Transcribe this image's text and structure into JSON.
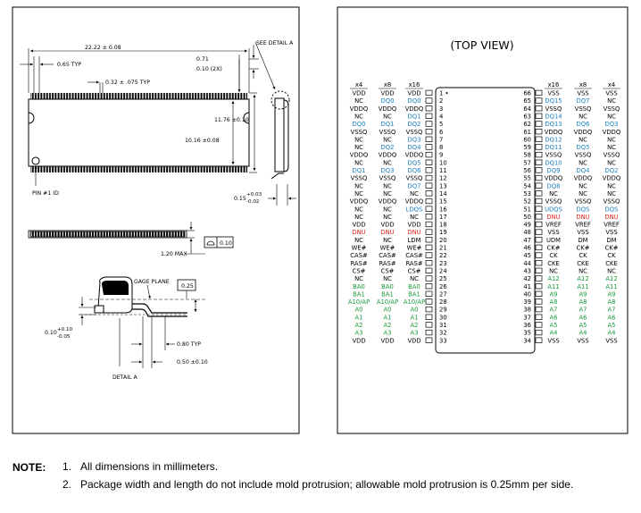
{
  "left_figure": {
    "see_detail": "SEE DETAIL A",
    "dim_width": "22.22 ± 0.08",
    "dim_pitch": "0.65 TYP",
    "dim_lead_width": "0.32 ± .075 TYP",
    "dim_071": "0.71",
    "dim_010_2x": "0.10 (2X)",
    "dim_body_height": "11.76 ±0.10",
    "dim_body_width": "10.16 ±0.08",
    "pin1_id": "PIN #1 ID",
    "dim_015": "0.15",
    "dim_015_tol": [
      "+0.03",
      "-0.02"
    ],
    "dim_max": "1.20 MAX",
    "flatness": "0.10",
    "gage_plane": "GAGE PLANE",
    "gage_box": "0.25",
    "dim_010b": "0.10",
    "dim_010b_tol": [
      "+0.10",
      "-0.05"
    ],
    "dim_080": "0.80 TYP",
    "dim_050": "0.50 ±0.10",
    "detail_a": "DETAIL A"
  },
  "top_view": {
    "title": "(TOP VIEW)",
    "left_headers": [
      "x4",
      "x8",
      "x16"
    ],
    "right_headers": [
      "x16",
      "x8",
      "x4"
    ],
    "colors": {
      "black": "#000000",
      "blue": "#1a7fc1",
      "red": "#e2231a",
      "green": "#1a9a3a"
    },
    "left_rows": [
      {
        "x4": "VDD",
        "x8": "VDD",
        "x16": "VDD",
        "n": "1 •",
        "c": "kkk"
      },
      {
        "x4": "NC",
        "x8": "DQ0",
        "x16": "DQ0",
        "n": "2",
        "c": "kbb"
      },
      {
        "x4": "VDDQ",
        "x8": "VDDQ",
        "x16": "VDDQ",
        "n": "3",
        "c": "kkk"
      },
      {
        "x4": "NC",
        "x8": "NC",
        "x16": "DQ1",
        "n": "4",
        "c": "kkb"
      },
      {
        "x4": "DQ0",
        "x8": "DQ1",
        "x16": "DQ2",
        "n": "5",
        "c": "bbb"
      },
      {
        "x4": "VSSQ",
        "x8": "VSSQ",
        "x16": "VSSQ",
        "n": "6",
        "c": "kkk"
      },
      {
        "x4": "NC",
        "x8": "NC",
        "x16": "DQ3",
        "n": "7",
        "c": "kkb"
      },
      {
        "x4": "NC",
        "x8": "DQ2",
        "x16": "DQ4",
        "n": "8",
        "c": "kbb"
      },
      {
        "x4": "VDDQ",
        "x8": "VDDQ",
        "x16": "VDDQ",
        "n": "9",
        "c": "kkk"
      },
      {
        "x4": "NC",
        "x8": "NC",
        "x16": "DQ5",
        "n": "10",
        "c": "kkb"
      },
      {
        "x4": "DQ1",
        "x8": "DQ3",
        "x16": "DQ6",
        "n": "11",
        "c": "bbb"
      },
      {
        "x4": "VSSQ",
        "x8": "VSSQ",
        "x16": "VSSQ",
        "n": "12",
        "c": "kkk"
      },
      {
        "x4": "NC",
        "x8": "NC",
        "x16": "DQ7",
        "n": "13",
        "c": "kkb"
      },
      {
        "x4": "NC",
        "x8": "NC",
        "x16": "NC",
        "n": "14",
        "c": "kkk"
      },
      {
        "x4": "VDDQ",
        "x8": "VDDQ",
        "x16": "VDDQ",
        "n": "15",
        "c": "kkk"
      },
      {
        "x4": "NC",
        "x8": "NC",
        "x16": "LDQS",
        "n": "16",
        "c": "kkb"
      },
      {
        "x4": "NC",
        "x8": "NC",
        "x16": "NC",
        "n": "17",
        "c": "kkk"
      },
      {
        "x4": "VDD",
        "x8": "VDD",
        "x16": "VDD",
        "n": "18",
        "c": "kkk"
      },
      {
        "x4": "DNU",
        "x8": "DNU",
        "x16": "DNU",
        "n": "19",
        "c": "rrr"
      },
      {
        "x4": "NC",
        "x8": "NC",
        "x16": "LDM",
        "n": "20",
        "c": "kkk"
      },
      {
        "x4": "WE#",
        "x8": "WE#",
        "x16": "WE#",
        "n": "21",
        "c": "kkk"
      },
      {
        "x4": "CAS#",
        "x8": "CAS#",
        "x16": "CAS#",
        "n": "22",
        "c": "kkk"
      },
      {
        "x4": "RAS#",
        "x8": "RAS#",
        "x16": "RAS#",
        "n": "23",
        "c": "kkk"
      },
      {
        "x4": "CS#",
        "x8": "CS#",
        "x16": "CS#",
        "n": "24",
        "c": "kkk"
      },
      {
        "x4": "NC",
        "x8": "NC",
        "x16": "NC",
        "n": "25",
        "c": "kkk"
      },
      {
        "x4": "BA0",
        "x8": "BA0",
        "x16": "BA0",
        "n": "26",
        "c": "ggg"
      },
      {
        "x4": "BA1",
        "x8": "BA1",
        "x16": "BA1",
        "n": "27",
        "c": "ggg"
      },
      {
        "x4": "A10/AP",
        "x8": "A10/AP",
        "x16": "A10/AP",
        "n": "28",
        "c": "ggg"
      },
      {
        "x4": "A0",
        "x8": "A0",
        "x16": "A0",
        "n": "29",
        "c": "ggg"
      },
      {
        "x4": "A1",
        "x8": "A1",
        "x16": "A1",
        "n": "30",
        "c": "ggg"
      },
      {
        "x4": "A2",
        "x8": "A2",
        "x16": "A2",
        "n": "31",
        "c": "ggg"
      },
      {
        "x4": "A3",
        "x8": "A3",
        "x16": "A3",
        "n": "32",
        "c": "ggg"
      },
      {
        "x4": "VDD",
        "x8": "VDD",
        "x16": "VDD",
        "n": "33",
        "c": "kkk"
      }
    ],
    "right_rows": [
      {
        "n": "66",
        "x16": "VSS",
        "x8": "VSS",
        "x4": "VSS",
        "c": "kkk"
      },
      {
        "n": "65",
        "x16": "DQ15",
        "x8": "DQ7",
        "x4": "NC",
        "c": "bbk"
      },
      {
        "n": "64",
        "x16": "VSSQ",
        "x8": "VSSQ",
        "x4": "VSSQ",
        "c": "kkk"
      },
      {
        "n": "63",
        "x16": "DQ14",
        "x8": "NC",
        "x4": "NC",
        "c": "bkk"
      },
      {
        "n": "62",
        "x16": "DQ13",
        "x8": "DQ6",
        "x4": "DQ3",
        "c": "bbb"
      },
      {
        "n": "61",
        "x16": "VDDQ",
        "x8": "VDDQ",
        "x4": "VDDQ",
        "c": "kkk"
      },
      {
        "n": "60",
        "x16": "DQ12",
        "x8": "NC",
        "x4": "NC",
        "c": "bkk"
      },
      {
        "n": "59",
        "x16": "DQ11",
        "x8": "DQ5",
        "x4": "NC",
        "c": "bbk"
      },
      {
        "n": "58",
        "x16": "VSSQ",
        "x8": "VSSQ",
        "x4": "VSSQ",
        "c": "kkk"
      },
      {
        "n": "57",
        "x16": "DQ10",
        "x8": "NC",
        "x4": "NC",
        "c": "bkk"
      },
      {
        "n": "56",
        "x16": "DQ9",
        "x8": "DQ4",
        "x4": "DQ2",
        "c": "bbb"
      },
      {
        "n": "55",
        "x16": "VDDQ",
        "x8": "VDDQ",
        "x4": "VDDQ",
        "c": "kkk"
      },
      {
        "n": "54",
        "x16": "DQ8",
        "x8": "NC",
        "x4": "NC",
        "c": "bkk"
      },
      {
        "n": "53",
        "x16": "NC",
        "x8": "NC",
        "x4": "NC",
        "c": "kkk"
      },
      {
        "n": "52",
        "x16": "VSSQ",
        "x8": "VSSQ",
        "x4": "VSSQ",
        "c": "kkk"
      },
      {
        "n": "51",
        "x16": "UDQS",
        "x8": "DQS",
        "x4": "DQS",
        "c": "bbb"
      },
      {
        "n": "50",
        "x16": "DNU",
        "x8": "DNU",
        "x4": "DNU",
        "c": "rrr"
      },
      {
        "n": "49",
        "x16": "VREF",
        "x8": "VREF",
        "x4": "VREF",
        "c": "kkk"
      },
      {
        "n": "48",
        "x16": "VSS",
        "x8": "VSS",
        "x4": "VSS",
        "c": "kkk"
      },
      {
        "n": "47",
        "x16": "UDM",
        "x8": "DM",
        "x4": "DM",
        "c": "kkk"
      },
      {
        "n": "46",
        "x16": "CK#",
        "x8": "CK#",
        "x4": "CK#",
        "c": "kkk"
      },
      {
        "n": "45",
        "x16": "CK",
        "x8": "CK",
        "x4": "CK",
        "c": "kkk"
      },
      {
        "n": "44",
        "x16": "CKE",
        "x8": "CKE",
        "x4": "CKE",
        "c": "kkk"
      },
      {
        "n": "43",
        "x16": "NC",
        "x8": "NC",
        "x4": "NC",
        "c": "kkk"
      },
      {
        "n": "42",
        "x16": "A12",
        "x8": "A12",
        "x4": "A12",
        "c": "ggg"
      },
      {
        "n": "41",
        "x16": "A11",
        "x8": "A11",
        "x4": "A11",
        "c": "ggg"
      },
      {
        "n": "40",
        "x16": "A9",
        "x8": "A9",
        "x4": "A9",
        "c": "ggg"
      },
      {
        "n": "39",
        "x16": "A8",
        "x8": "A8",
        "x4": "A8",
        "c": "ggg"
      },
      {
        "n": "38",
        "x16": "A7",
        "x8": "A7",
        "x4": "A7",
        "c": "ggg"
      },
      {
        "n": "37",
        "x16": "A6",
        "x8": "A6",
        "x4": "A6",
        "c": "ggg"
      },
      {
        "n": "36",
        "x16": "A5",
        "x8": "A5",
        "x4": "A5",
        "c": "ggg"
      },
      {
        "n": "35",
        "x16": "A4",
        "x8": "A4",
        "x4": "A4",
        "c": "ggg"
      },
      {
        "n": "34",
        "x16": "VSS",
        "x8": "VSS",
        "x4": "VSS",
        "c": "kkk"
      }
    ]
  },
  "notes": {
    "label": "NOTE:",
    "items": [
      {
        "n": "1.",
        "text": "All dimensions in millimeters."
      },
      {
        "n": "2.",
        "text": "Package width and length do not include mold protrusion; allowable mold protrusion is 0.25mm per side."
      }
    ]
  }
}
